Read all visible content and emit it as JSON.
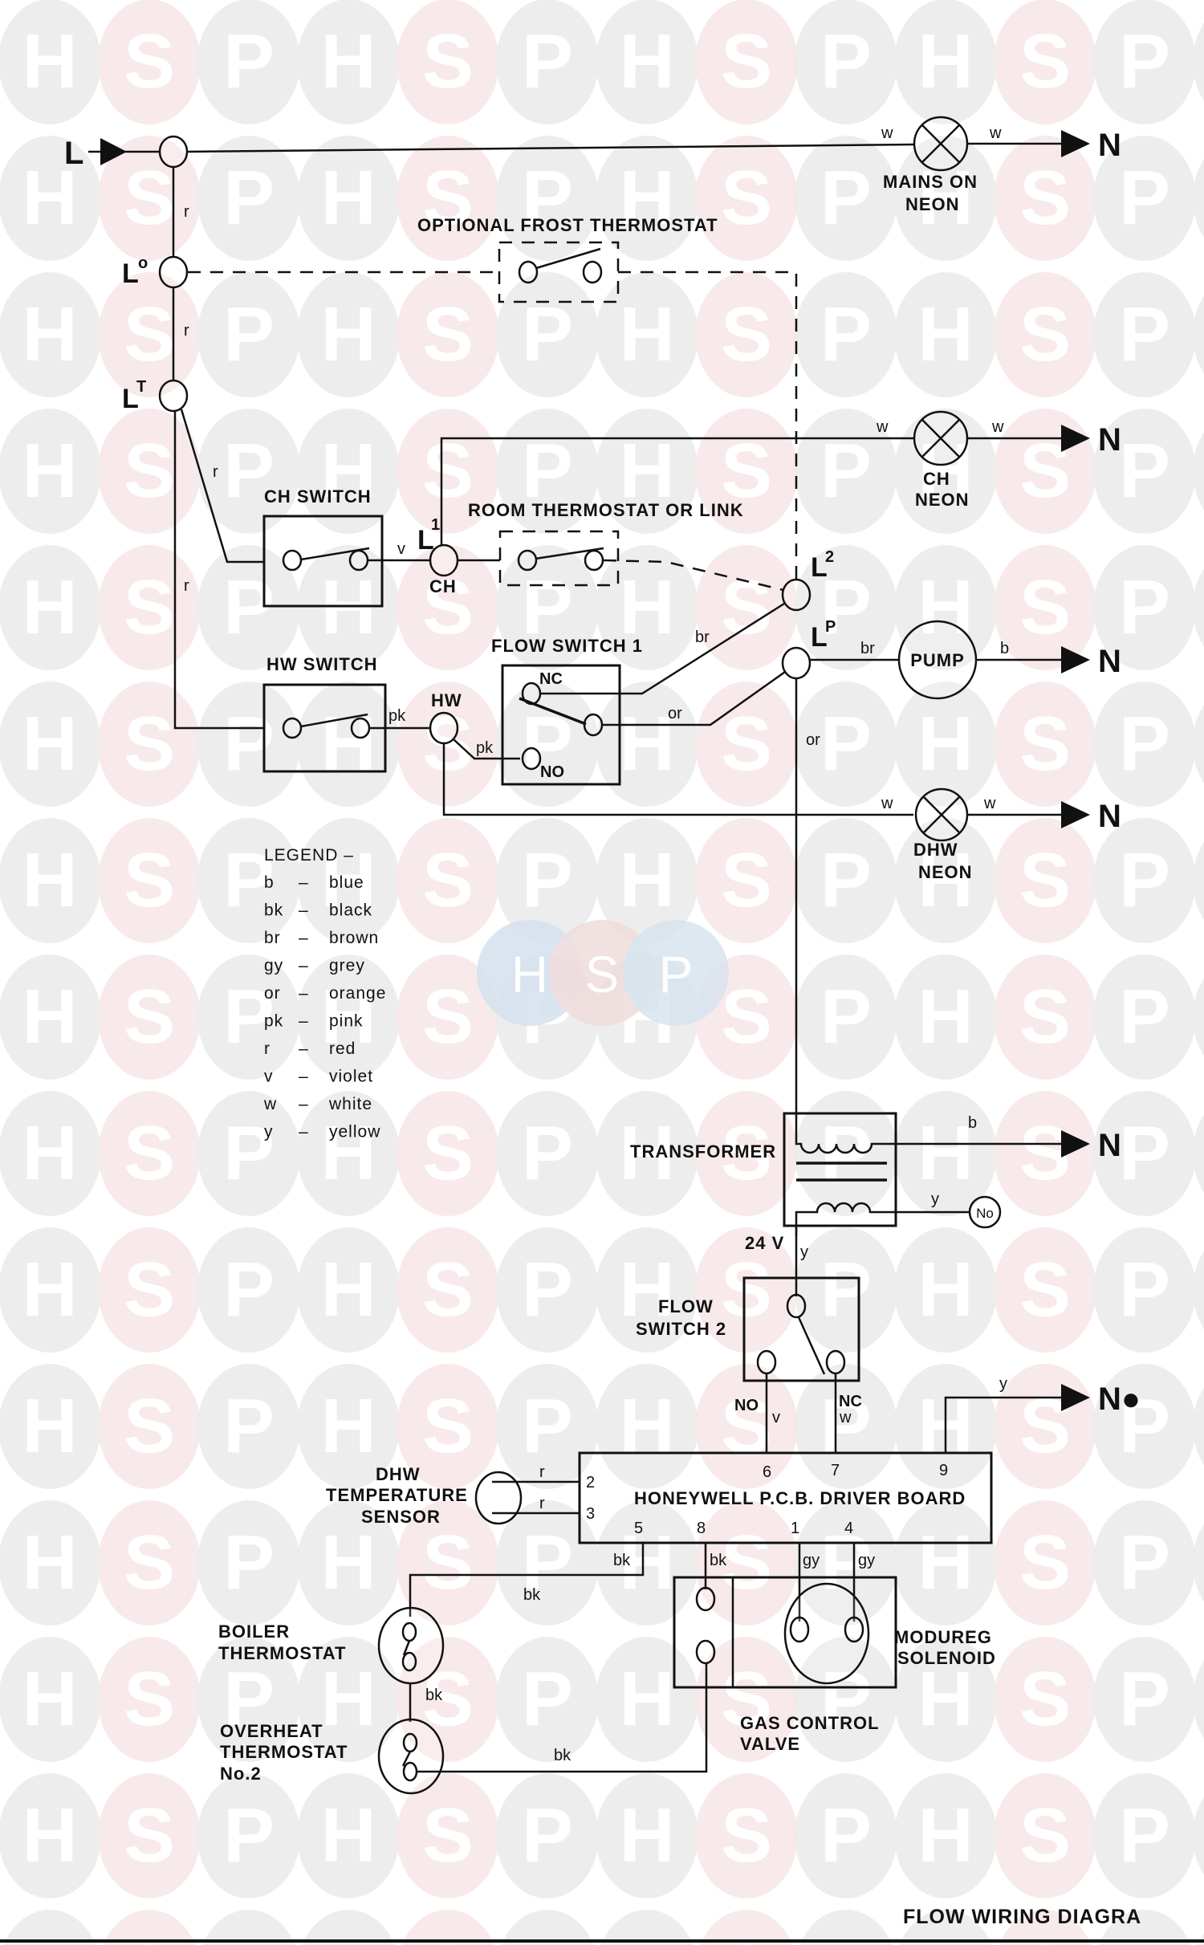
{
  "watermark": {
    "letters": [
      "H",
      "S",
      "P"
    ],
    "colors": {
      "grey": "#ebebeb",
      "pink": "#f7e8e8",
      "center_blue": "#d6e3ee",
      "center_pink": "#f0dada"
    }
  },
  "supply": {
    "live_label": "L",
    "neutral_label": "N",
    "neutral_label_alt": "N",
    "neutral_o_label": "No",
    "neutral_dot_label": "N●"
  },
  "terminals": {
    "lo": {
      "main": "L",
      "sup": "o"
    },
    "lt": {
      "main": "L",
      "sup": "T"
    },
    "l1": {
      "main": "L",
      "sup": "1"
    },
    "l2": {
      "main": "L",
      "sup": "2"
    },
    "lp": {
      "main": "L",
      "sup": "P"
    },
    "ch": "CH",
    "hw": "HW"
  },
  "components": {
    "mains_neon": [
      "MAINS ON",
      "NEON"
    ],
    "frost_thermostat": "OPTIONAL  FROST  THERMOSTAT",
    "ch_neon": [
      "CH",
      "NEON"
    ],
    "ch_switch": "CH  SWITCH",
    "room_thermostat": "ROOM  THERMOSTAT  OR  LINK",
    "hw_switch": "HW  SWITCH",
    "flow_switch_1": "FLOW  SWITCH 1",
    "flow_switch_1_nc": "NC",
    "flow_switch_1_no": "NO",
    "pump": "PUMP",
    "dhw_neon": [
      "DHW",
      "NEON"
    ],
    "transformer": "TRANSFORMER",
    "voltage": "24 V",
    "flow_switch_2": [
      "FLOW",
      "SWITCH  2"
    ],
    "flow_switch_2_no": "NO",
    "flow_switch_2_nc": "NC",
    "pcb": "HONEYWELL  P.C.B.  DRIVER  BOARD",
    "pcb_pins": {
      "p2": "2",
      "p3": "3",
      "p5": "5",
      "p8": "8",
      "p1": "1",
      "p4": "4",
      "p6": "6",
      "p7": "7",
      "p9": "9"
    },
    "dhw_sensor": [
      "DHW",
      "TEMPERATURE",
      "SENSOR"
    ],
    "boiler_thermostat": [
      "BOILER",
      "THERMOSTAT"
    ],
    "overheat_thermostat": [
      "OVERHEAT",
      "THERMOSTAT",
      "No.2"
    ],
    "gas_valve": [
      "GAS CONTROL",
      "VALVE"
    ],
    "modureg": [
      "MODUREG",
      "SOLENOID"
    ]
  },
  "wire_labels": {
    "r": "r",
    "w": "w",
    "v": "v",
    "pk": "pk",
    "br": "br",
    "or": "or",
    "b": "b",
    "y": "y",
    "bk": "bk",
    "gy": "gy"
  },
  "legend": {
    "title": "LEGEND –",
    "items": [
      {
        "code": "b",
        "color": "blue"
      },
      {
        "code": "bk",
        "color": "black"
      },
      {
        "code": "br",
        "color": "brown"
      },
      {
        "code": "gy",
        "color": "grey"
      },
      {
        "code": "or",
        "color": "orange"
      },
      {
        "code": "pk",
        "color": "pink"
      },
      {
        "code": "r",
        "color": "red"
      },
      {
        "code": "v",
        "color": "violet"
      },
      {
        "code": "w",
        "color": "white"
      },
      {
        "code": "y",
        "color": "yellow"
      }
    ],
    "dash": "–"
  },
  "title": "FLOW WIRING DIAGRA"
}
